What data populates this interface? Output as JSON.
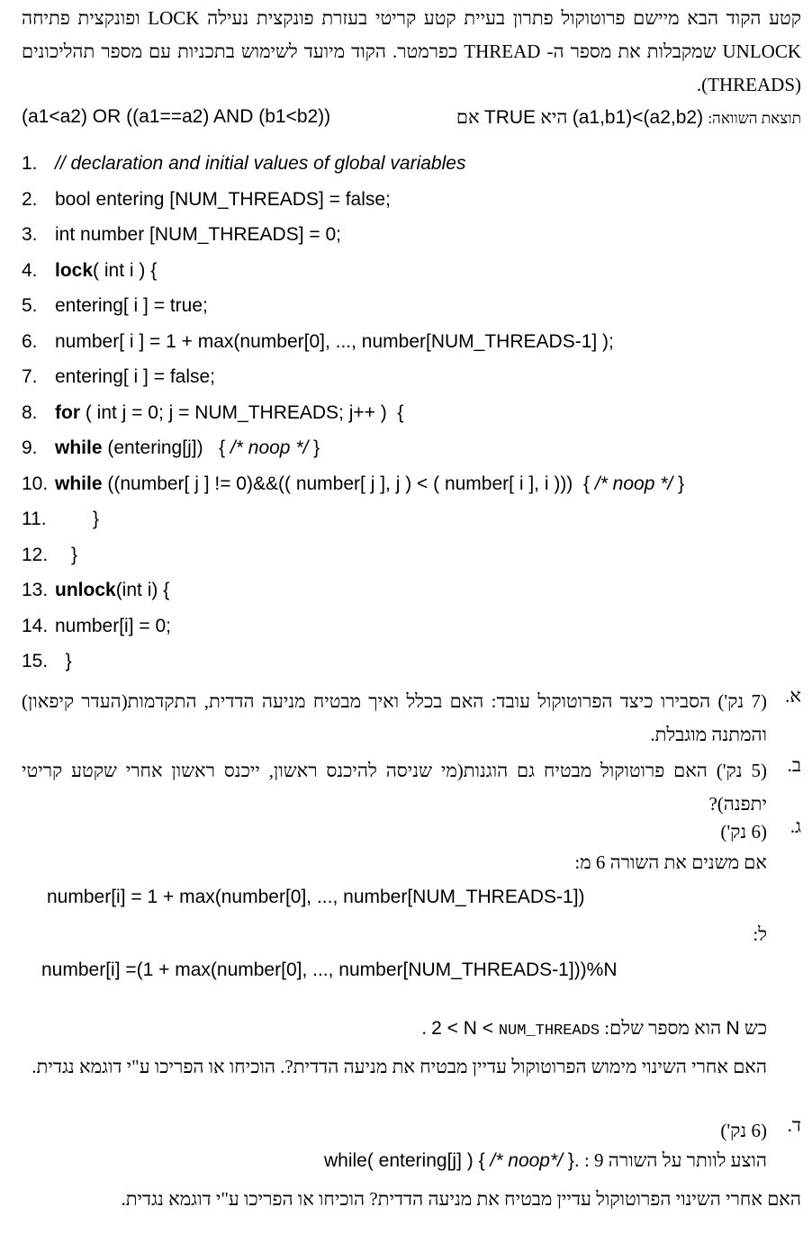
{
  "intro": "קטע הקוד הבא מיישם פרוטוקול פתרון בעיית קטע קריטי בעזרת פונקצית נעילה LOCK ופונקצית פתיחה UNLOCK שמקבלות את מספר ה- THREAD כפרמטר. הקוד מיועד לשימוש בתכניות עם מספר תהליכונים (THREADS).",
  "comparison": {
    "label": "תוצאת השוואה:",
    "expr": "(a1,b1)<(a2,b2)",
    "is": "היא",
    "truth": "TRUE",
    "if": "אם",
    "condition": "(a1<a2) OR ((a1==a2) AND (b1<b2))"
  },
  "code": [
    {
      "n": "1.",
      "segs": [
        {
          "t": "// declaration and initial values of global variables",
          "s": "it"
        }
      ]
    },
    {
      "n": "2.",
      "segs": [
        {
          "t": "bool entering [NUM_THREADS] = false;"
        }
      ]
    },
    {
      "n": "3.",
      "segs": [
        {
          "t": "int number [NUM_THREADS] = 0;"
        }
      ]
    },
    {
      "n": "4.",
      "segs": [
        {
          "t": "lock",
          "s": "kw"
        },
        {
          "t": "( int i ) {"
        }
      ]
    },
    {
      "n": "5.",
      "segs": [
        {
          "t": "entering[ i ] = true;"
        }
      ]
    },
    {
      "n": "6.",
      "segs": [
        {
          "t": "number[ i ] = 1 + max(number[0], ..., number[NUM_THREADS-1] );"
        }
      ]
    },
    {
      "n": "7.",
      "segs": [
        {
          "t": "entering[ i ] = false;"
        }
      ]
    },
    {
      "n": "8.",
      "segs": [
        {
          "t": "for",
          "s": "kw"
        },
        {
          "t": " ( int j = 0; j = NUM_THREADS; j++ )  {"
        }
      ]
    },
    {
      "n": "9.",
      "segs": [
        {
          "t": "while",
          "s": "kw"
        },
        {
          "t": " (entering[j])   { "
        },
        {
          "t": "/* noop */",
          "s": "it"
        },
        {
          "t": " }"
        }
      ]
    },
    {
      "n": "10.",
      "segs": [
        {
          "t": "while",
          "s": "kw"
        },
        {
          "t": " ((number[ j ] != 0)&&(( number[ j ], j ) < ( number[ i ], i )))  { "
        },
        {
          "t": "/* noop */",
          "s": "it"
        },
        {
          "t": " }"
        }
      ]
    },
    {
      "n": "11.",
      "segs": [
        {
          "t": "}"
        }
      ],
      "indent": "ind1"
    },
    {
      "n": "12.",
      "segs": [
        {
          "t": "}"
        }
      ],
      "indent": "ind2"
    },
    {
      "n": "13.",
      "segs": [
        {
          "t": "unlock",
          "s": "kw"
        },
        {
          "t": "(int i) {"
        }
      ]
    },
    {
      "n": "14.",
      "segs": [
        {
          "t": "number[i] = 0;"
        }
      ]
    },
    {
      "n": "15.",
      "segs": [
        {
          "t": "  }"
        }
      ]
    }
  ],
  "q_a": {
    "label": "א.",
    "text": "(7 נק') הסבירו כיצד הפרוטוקול עובד: האם בכלל ואיך מבטיח מניעה הדדית, התקדמות(העדר קיפאון) והמתנה מוגבלת."
  },
  "q_b": {
    "label": "ב.",
    "text": "(5 נק') האם פרוטוקול מבטיח גם הוגנות(מי שניסה להיכנס ראשון, ייכנס ראשון אחרי שקטע קריטי יתפנה)?"
  },
  "q_c": {
    "label": "ג.",
    "points": "(6 נק')",
    "change_from": "אם משנים את השורה 6 מ:",
    "formula_from": "number[i] = 1 + max(number[0], ..., number[NUM_THREADS-1])",
    "to": "ל:",
    "formula_to": "number[i] =(1 + max(number[0], ..., number[NUM_THREADS-1]))%N",
    "where_prefix": "כש",
    "where_var": "N",
    "where_text": "הוא מספר שלם:",
    "where_cond_const": "NUM_THREADS",
    "where_cond_rest": "2 < N <",
    "where_end": ".",
    "question": "האם אחרי השינוי מימוש הפרוטוקול עדיין מבטיח את מניעה הדדית?. הוכיחו או הפריכו ע\"י דוגמא נגדית."
  },
  "q_d": {
    "label": "ד.",
    "points": "(6 נק')",
    "suggest": "הוצע לוותר על השורה 9 :",
    "code_stmt": "while( entering[j] ) { ",
    "code_comment": "/* noop*/",
    "code_end": " }",
    "question": "האם אחרי השינוי הפרוטוקול עדיין מבטיח את מניעה הדדית? הוכיחו או הפריכו ע\"י דוגמא נגדית."
  }
}
